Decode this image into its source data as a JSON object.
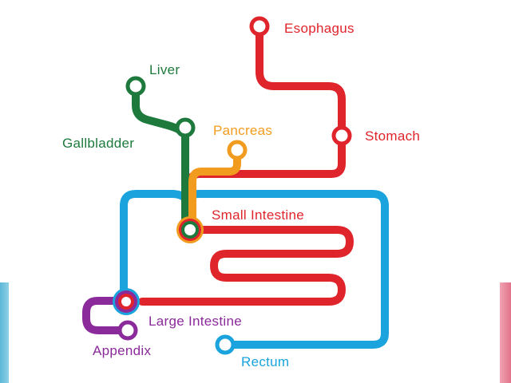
{
  "colors": {
    "digestive_line": "#e0242b",
    "liver_line": "#1d7a3c",
    "pancreas_line": "#f29c1f",
    "intestine_loop": "#1aa3dd",
    "appendix_line": "#8b2a9a",
    "station_fill": "#ffffff"
  },
  "stations": {
    "esophagus": "Esophagus",
    "stomach": "Stomach",
    "liver": "Liver",
    "gallbladder": "Gallbladder",
    "pancreas": "Pancreas",
    "small_intestine": "Small Intestine",
    "large_intestine": "Large Intestine",
    "appendix": "Appendix",
    "rectum": "Rectum"
  }
}
